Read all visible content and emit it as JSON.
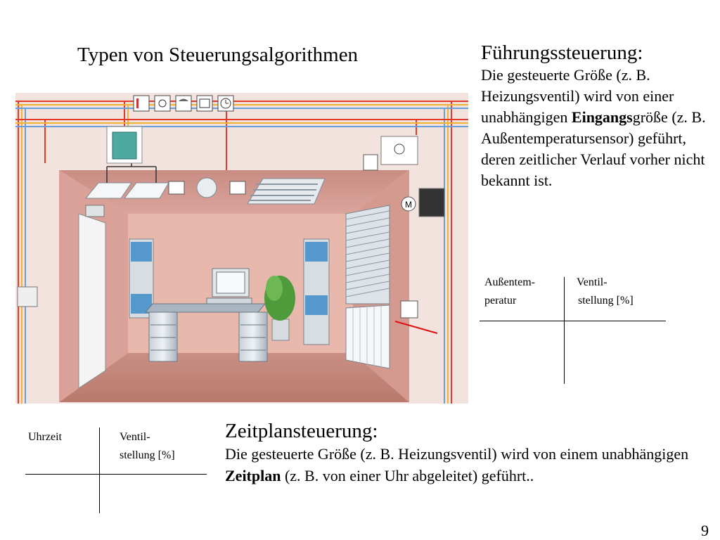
{
  "slide": {
    "title": "Typen von Steuerungsalgorithmen",
    "page_number": "9"
  },
  "fuehrung": {
    "heading": "Führungssteuerung:",
    "body_1": "Die gesteuerte Größe (z. B. Heizungsventil) wird von einer unabhängigen ",
    "body_bold": "Eingangs",
    "body_2": "größe (z. B. Außentemperatursensor) geführt, deren zeitlicher Verlauf vorher nicht bekannt ist.",
    "table": {
      "col1_line1": "Außentem-",
      "col1_line2": "peratur",
      "col2_line1": "Ventil-",
      "col2_line2": "stellung [%]"
    }
  },
  "zeitplan": {
    "heading": "Zeitplansteuerung:",
    "body_1": "Die gesteuerte Größe (z. B. Heizungsventil) wird von einem unabhängigen ",
    "body_bold": "Zeitplan",
    "body_2": " (z. B. von einer Uhr abgeleitet) geführt..",
    "table": {
      "col1": "Uhrzeit",
      "col2_line1": "Ventil-",
      "col2_line2": "stellung [%]"
    }
  },
  "illustration": {
    "top_icons": [
      "thermometer-icon",
      "sun-icon",
      "rain-icon",
      "window-icon",
      "clock-icon"
    ],
    "motor_label": "M"
  }
}
